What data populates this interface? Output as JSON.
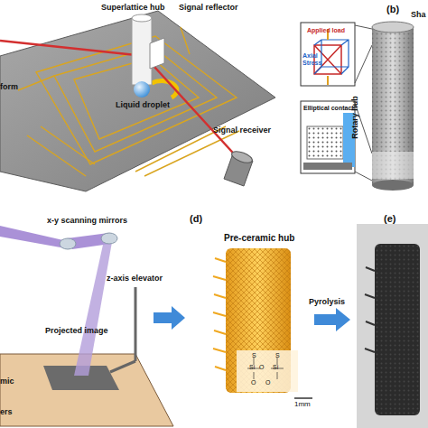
{
  "diagram": {
    "labels": [
      "Superlattice hub",
      "Signal reflector",
      "(b)",
      "Sha",
      "form",
      "Applied load",
      "Axial Stress",
      "Rotary hub",
      "Elliptical contact",
      "Liquid droplet",
      "Signal receiver",
      "x-y scanning mirrors",
      "(d)",
      "(e)",
      "Pre-ceramic hub",
      "z-axis elevator",
      "Projected image",
      "Pyrolysis",
      "mic",
      "ers",
      "1mm",
      "O",
      "Si",
      "O",
      "Si",
      "O",
      "S",
      "S"
    ]
  }
}
